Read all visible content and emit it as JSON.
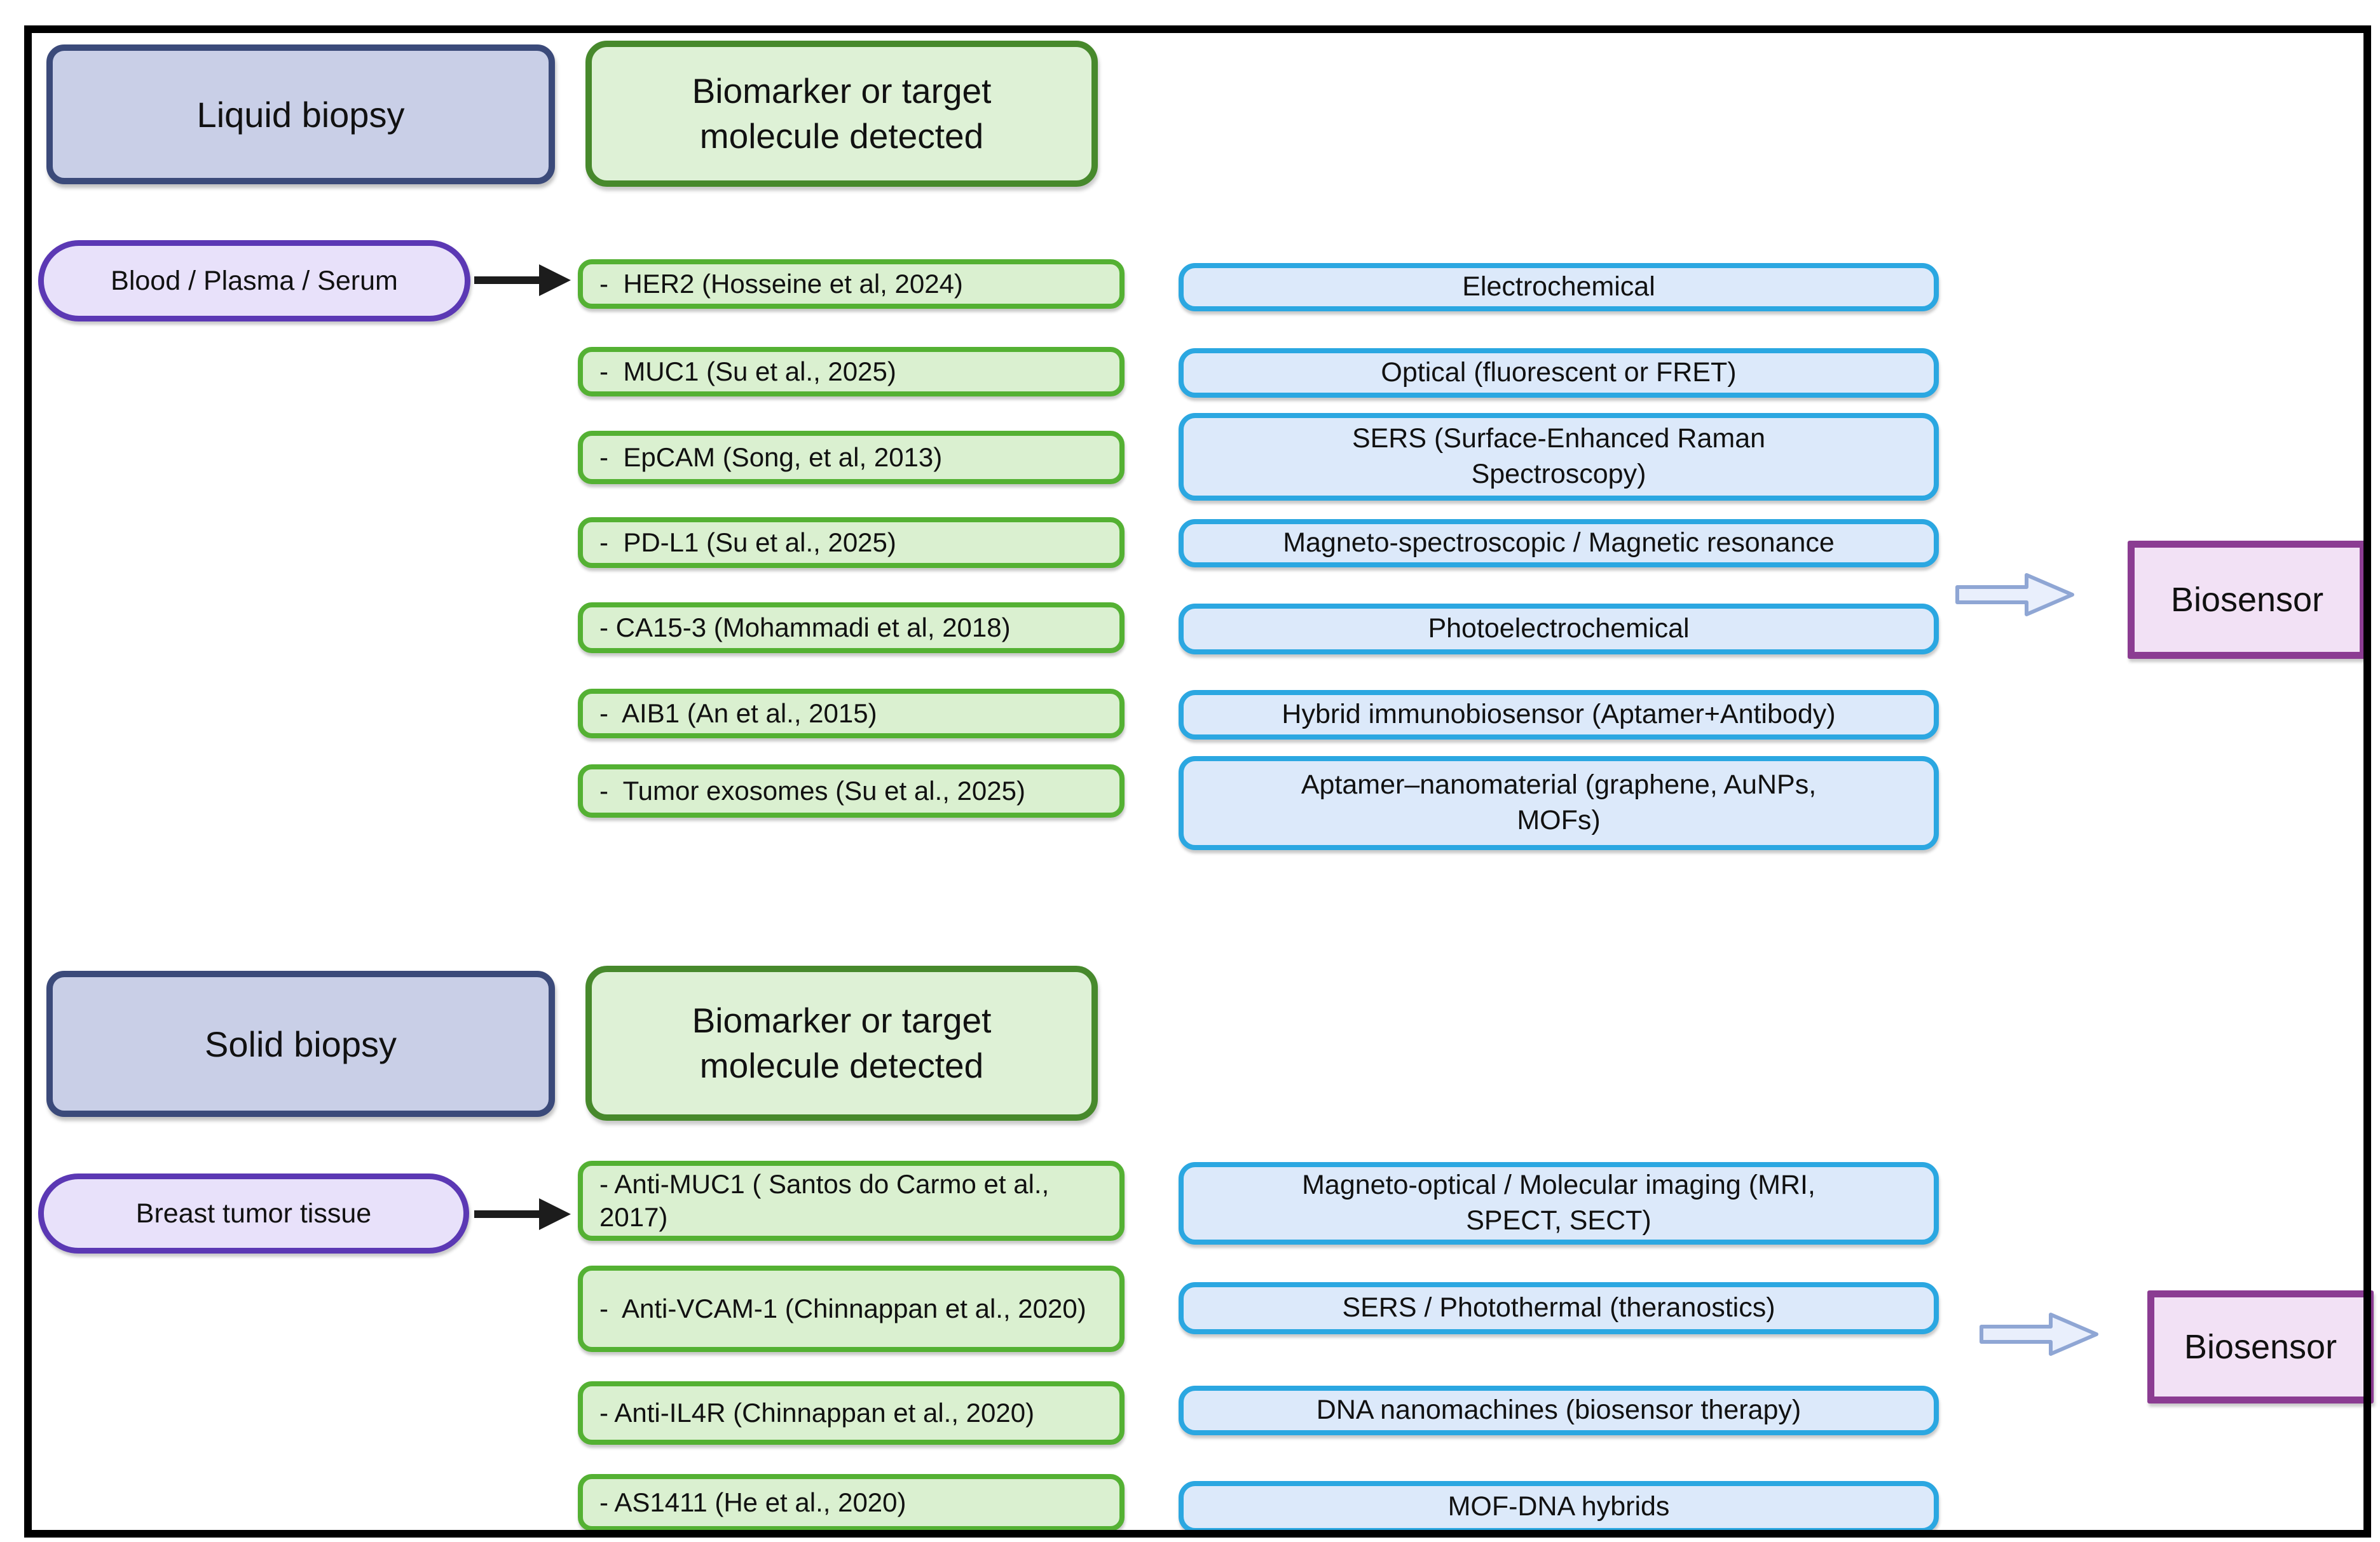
{
  "sections": [
    {
      "source_label": "Liquid biopsy",
      "header_label": "Biomarker or target molecule detected",
      "sample_label": "Blood / Plasma / Serum",
      "biomarkers": [
        "-  HER2 (Hosseine et al, 2024)",
        "-  MUC1 (Su et al., 2025)",
        "-  EpCAM (Song, et al, 2013)",
        "-  PD-L1 (Su et al., 2025)",
        "- CA15-3 (Mohammadi et al, 2018)",
        "-  AIB1 (An et al., 2015)",
        "-  Tumor exosomes (Su et al., 2025)"
      ],
      "sensors": [
        "Electrochemical",
        "Optical (fluorescent or FRET)",
        "SERS (Surface-Enhanced Raman Spectroscopy)",
        "Magneto-spectroscopic / Magnetic resonance",
        "Photoelectrochemical",
        "Hybrid immunobiosensor (Aptamer+Antibody)",
        "Aptamer–nanomaterial (graphene, AuNPs, MOFs)"
      ],
      "result_label": "Biosensor"
    },
    {
      "source_label": "Solid biopsy",
      "header_label": "Biomarker or target molecule detected",
      "sample_label": "Breast tumor tissue",
      "biomarkers": [
        "- Anti-MUC1 ( Santos do Carmo et al., 2017)",
        "-  Anti-VCAM-1 (Chinnappan et al., 2020)",
        "- Anti-IL4R (Chinnappan et al., 2020)",
        "- AS1411 (He et al., 2020)"
      ],
      "sensors": [
        "Magneto-optical / Molecular imaging (MRI, SPECT, SECT)",
        "SERS / Photothermal (theranostics)",
        "DNA nanomachines (biosensor therapy)",
        "MOF-DNA hybrids"
      ],
      "result_label": "Biosensor"
    }
  ],
  "colors": {
    "source_fill": "#c9cfe7",
    "source_border": "#3b4a7a",
    "header_fill": "#def1d6",
    "header_border": "#47892c",
    "biomarker_fill": "#daf0d0",
    "biomarker_border": "#54b133",
    "sensor_fill": "#dce9fa",
    "sensor_border": "#2ba7e1",
    "sample_fill": "#e8e1fa",
    "sample_border": "#5b38b4",
    "biosensor_fill": "#f2e1f5",
    "biosensor_border": "#8b3c92",
    "block_arrow_fill": "#e9effc",
    "block_arrow_stroke": "#8fa6d4",
    "arrow_color": "#1c1c1c",
    "frame_border": "#000000"
  }
}
